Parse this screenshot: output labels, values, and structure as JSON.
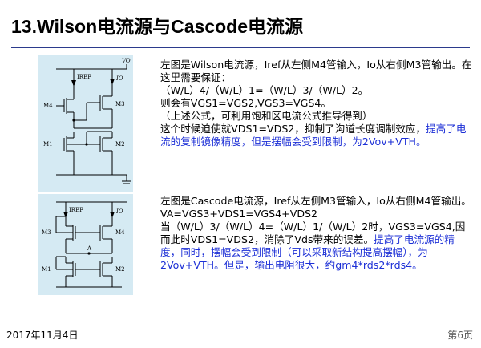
{
  "title": "13.Wilson电流源与Cascode电流源",
  "wilson": {
    "labels": {
      "vo": "VO",
      "iref": "IREF",
      "io": "IO",
      "m4": "M4",
      "m3": "M3",
      "m1": "M1",
      "m2": "M2"
    },
    "paragraphs": [
      {
        "color": "black",
        "text": "左图是Wilson电流源，Iref从左侧M4管输入，Io从右侧M3管输出。在这里需要保证："
      },
      {
        "color": "black",
        "text": "（W/L）4/（W/L）1=（W/L）3/（W/L）2。"
      },
      {
        "color": "black",
        "text": "则会有VGS1=VGS2,VGS3=VGS4。"
      },
      {
        "color": "black",
        "text": "（上述公式，可利用饱和区电流公式推导得到）"
      },
      {
        "color": "black",
        "text": "这个时候迫使就VDS1=VDS2，抑制了沟道长度调制效应，"
      },
      {
        "color": "blue",
        "text": "提高了电流的复制镜像精度，但是摆幅会受到限制，为2Vov+VTH。"
      }
    ]
  },
  "cascode": {
    "labels": {
      "iref": "IREF",
      "io": "IO",
      "m3": "M3",
      "m4": "M4",
      "a": "A",
      "m1": "M1",
      "m2": "M2"
    },
    "line1": "左图是Cascode电流源，Iref从左侧M3管输入，Io从右侧M4管输出。",
    "line2": "VA=VGS3+VDS1=VGS4+VDS2",
    "line3": "当（W/L）3/（W/L）4=（W/L）1/（W/L）2时，VGS3=VGS4,因而此时VDS1=VDS2，消除了Vds带来的误差。",
    "line4_blue": "提高了电流源的精度，同时，摆幅会受到限制（可以采取新结构提高摆幅），为2Vov+VTH。但是，输出电阻很大，约gm4*rds2*rds4。"
  },
  "footer": {
    "date": "2017年11月4日",
    "page": "第6页"
  }
}
